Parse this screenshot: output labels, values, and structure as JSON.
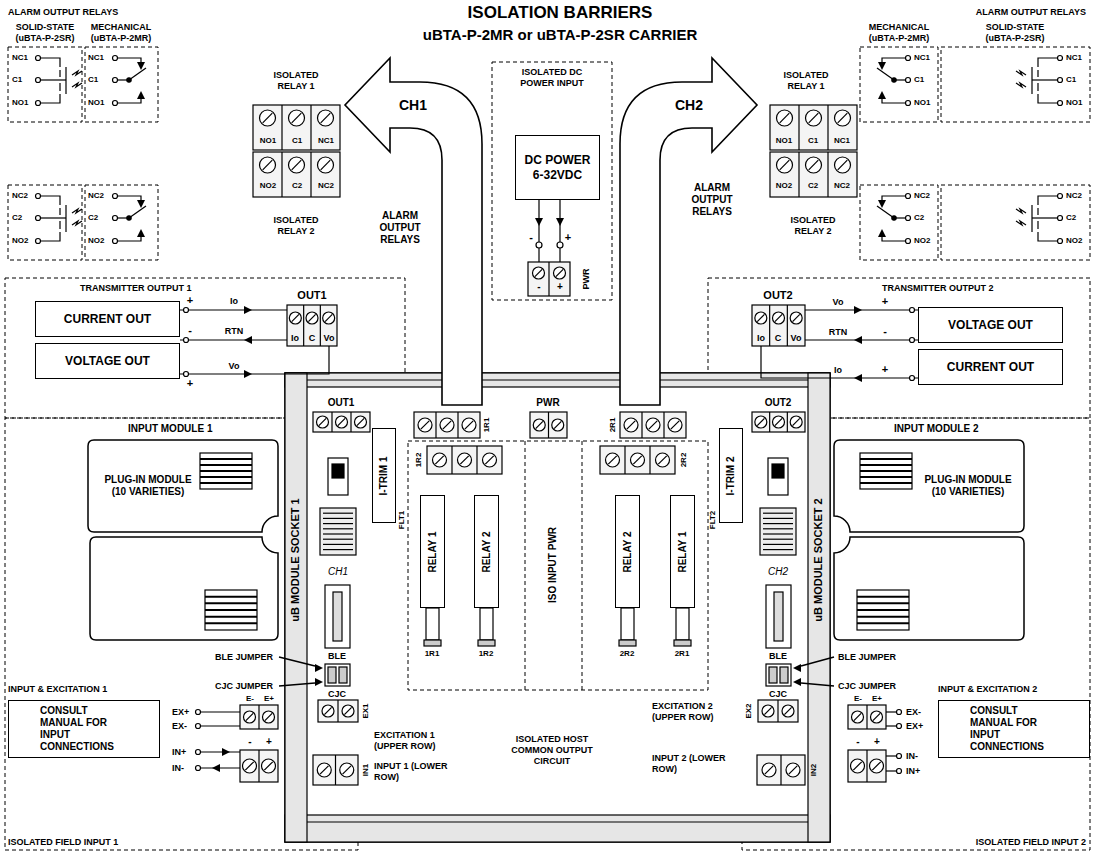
{
  "diagram": {
    "title": "ISOLATION BARRIERS",
    "nodes": [
      {
        "text": [
          "CURRENT OUT"
        ]
      },
      {
        "text": [
          "VOLTAGE OUT"
        ]
      },
      {
        "text": [
          "DC POWER",
          "6-32VDC"
        ]
      },
      {
        "text": [
          "VOLTAGE OUT"
        ]
      },
      {
        "text": [
          "CURRENT OUT"
        ]
      },
      {
        "text": [
          "INPUT MODULE 1",
          "PLUG-IN MODULE (10 VARIETIES)"
        ]
      },
      {
        "text": [
          "INPUT MODULE 2",
          "PLUG-IN MODULE (10 VARIETIES)"
        ]
      },
      {
        "text": [
          "I-TRIM 1"
        ]
      },
      {
        "text": [
          "RELAY 1"
        ]
      },
      {
        "text": [
          "RELAY 2"
        ]
      },
      {
        "text": [
          "RELAY 2"
        ]
      },
      {
        "text": [
          "RELAY 1"
        ]
      },
      {
        "text": [
          "I-TRIM 2"
        ]
      },
      {
        "text": [
          "CONSULT MANUAL FOR INPUT CONNECTIONS"
        ]
      },
      {
        "text": [
          "CONSULT MANUAL FOR INPUT CONNECTIONS"
        ]
      }
    ],
    "labels": [
      "ALARM OUTPUT RELAYS",
      "SOLID-STATE (uBTA-P-2SR)",
      "MECHANICAL (uBTA-P-2MR)",
      "NC1",
      "C1",
      "NO1",
      "NC1",
      "C1",
      "NO1",
      "NC2",
      "C2",
      "NO2",
      "NC2",
      "C2",
      "NO2",
      "ISOLATED RELAY 1",
      "NO1",
      "C1",
      "NC1",
      "NO2",
      "C2",
      "NC2",
      "ISOLATED RELAY 2",
      "uBTA-P-2MR or uBTA-P-2SR CARRIER",
      "CH1",
      "ISOLATED DC POWER INPUT",
      "CH2",
      "ALARM OUTPUT RELAYS",
      "ALARM OUTPUT RELAYS",
      "ALARM OUTPUT RELAYS",
      "MECHANICAL (uBTA-P-2MR)",
      "SOLID-STATE (uBTA-P-2SR)",
      "ISOLATED RELAY 1",
      "NC1",
      "C1",
      "NO1",
      "NC1",
      "C1",
      "NO1",
      "NO1",
      "C1",
      "NC1",
      "NO2",
      "C2",
      "NC2",
      "ISOLATED RELAY 2",
      "NC2",
      "C2",
      "NO2",
      "NC2",
      "C2",
      "NO2",
      "-",
      "+",
      "PWR",
      "-",
      "+",
      "TRANSMITTER OUTPUT 1",
      "+",
      "Io",
      "-",
      "RTN",
      "Vo",
      "+",
      "OUT1",
      "Io",
      "C",
      "Vo",
      "OUT2",
      "Io",
      "C",
      "Vo",
      "TRANSMITTER OUTPUT 2",
      "Vo",
      "+",
      "RTN",
      "-",
      "Io",
      "+",
      "OUT1",
      "PWR",
      "OUT2",
      "1R1",
      "1R2",
      "ISO INPUT PWR",
      "2R1",
      "2R2",
      "FLT1",
      "FLT2",
      "uB MODULE SOCKET 1",
      "uB MODULE SOCKET 2",
      "CH1",
      "CH2",
      "1R1",
      "1R2",
      "2R2",
      "2R1",
      "BLE",
      "BLE",
      "CJC",
      "CJC",
      "EX1",
      "EX2",
      "EXCITATION 1 (UPPER ROW)",
      "ISOLATED HOST COMMON OUTPUT CIRCUIT",
      "EXCITATION 2 (UPPER ROW)",
      "INPUT 1 (LOWER ROW)",
      "INPUT 2 (LOWER ROW)",
      "IN1",
      "IN2",
      "BLE JUMPER",
      "CJC JUMPER",
      "INPUT & EXCITATION 1",
      "E-",
      "E+",
      "EX+",
      "EX-",
      "IN+",
      "IN-",
      "-",
      "+",
      "BLE JUMPER",
      "CJC JUMPER",
      "INPUT & EXCITATION 2",
      "E-",
      "E+",
      "EX-",
      "EX+",
      "-",
      "+",
      "IN-",
      "IN+",
      "ISOLATED FIELD INPUT 1",
      "ISOLATED FIELD INPUT 2"
    ]
  }
}
